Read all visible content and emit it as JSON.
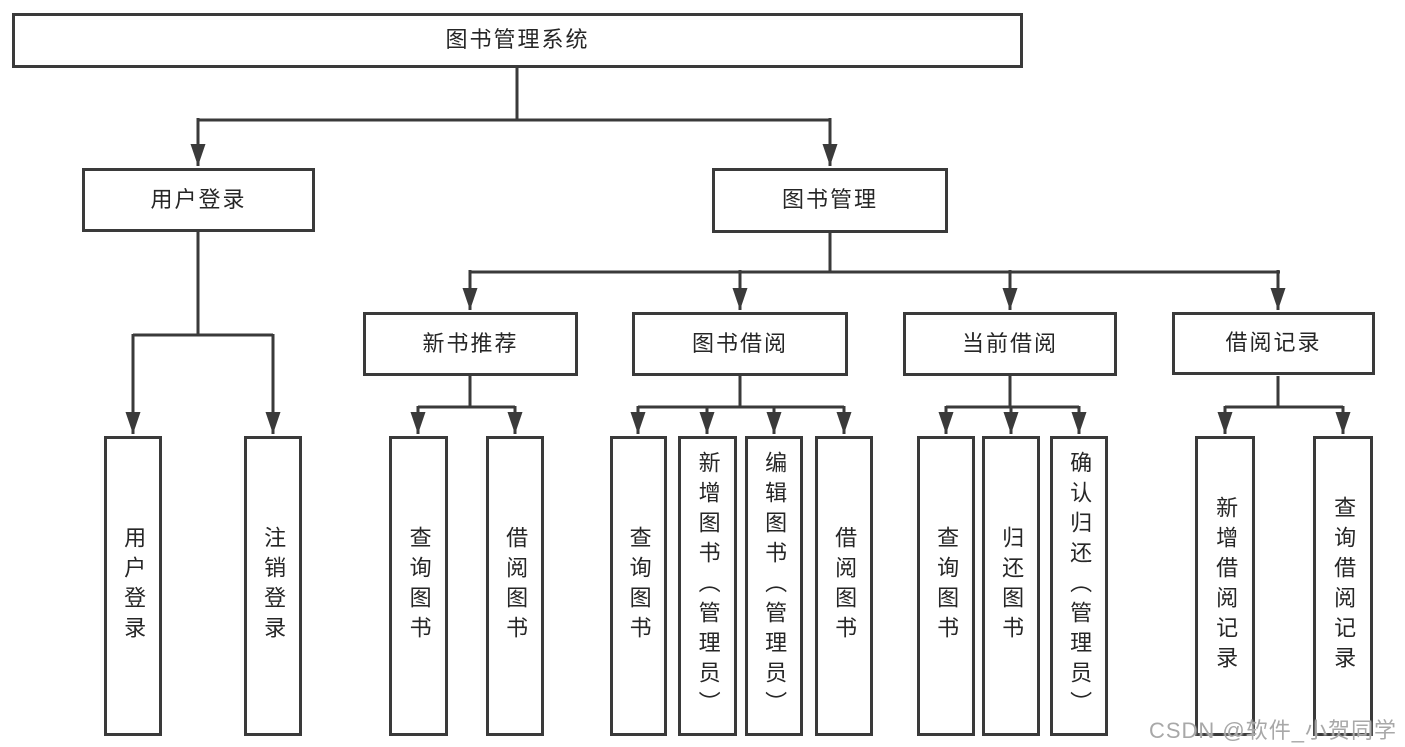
{
  "tree": {
    "label": "图书管理系统",
    "children": [
      {
        "label": "用户登录",
        "children": [
          {
            "label": "用户登录"
          },
          {
            "label": "注销登录"
          }
        ]
      },
      {
        "label": "图书管理",
        "children": [
          {
            "label": "新书推荐",
            "children": [
              {
                "label": "查询图书"
              },
              {
                "label": "借阅图书"
              }
            ]
          },
          {
            "label": "图书借阅",
            "children": [
              {
                "label": "查询图书"
              },
              {
                "label": "新增图书（管理员）"
              },
              {
                "label": "编辑图书（管理员）"
              },
              {
                "label": "借阅图书"
              }
            ]
          },
          {
            "label": "当前借阅",
            "children": [
              {
                "label": "查询图书"
              },
              {
                "label": "归还图书"
              },
              {
                "label": "确认归还（管理员）"
              }
            ]
          },
          {
            "label": "借阅记录",
            "children": [
              {
                "label": "新增借阅记录"
              },
              {
                "label": "查询借阅记录"
              }
            ]
          }
        ]
      }
    ]
  },
  "watermark": {
    "text": "CSDN @软件_小贺同学"
  },
  "colors": {
    "line": "#3a3a3a",
    "text": "#262626",
    "watermark": "#a8a8a8"
  }
}
